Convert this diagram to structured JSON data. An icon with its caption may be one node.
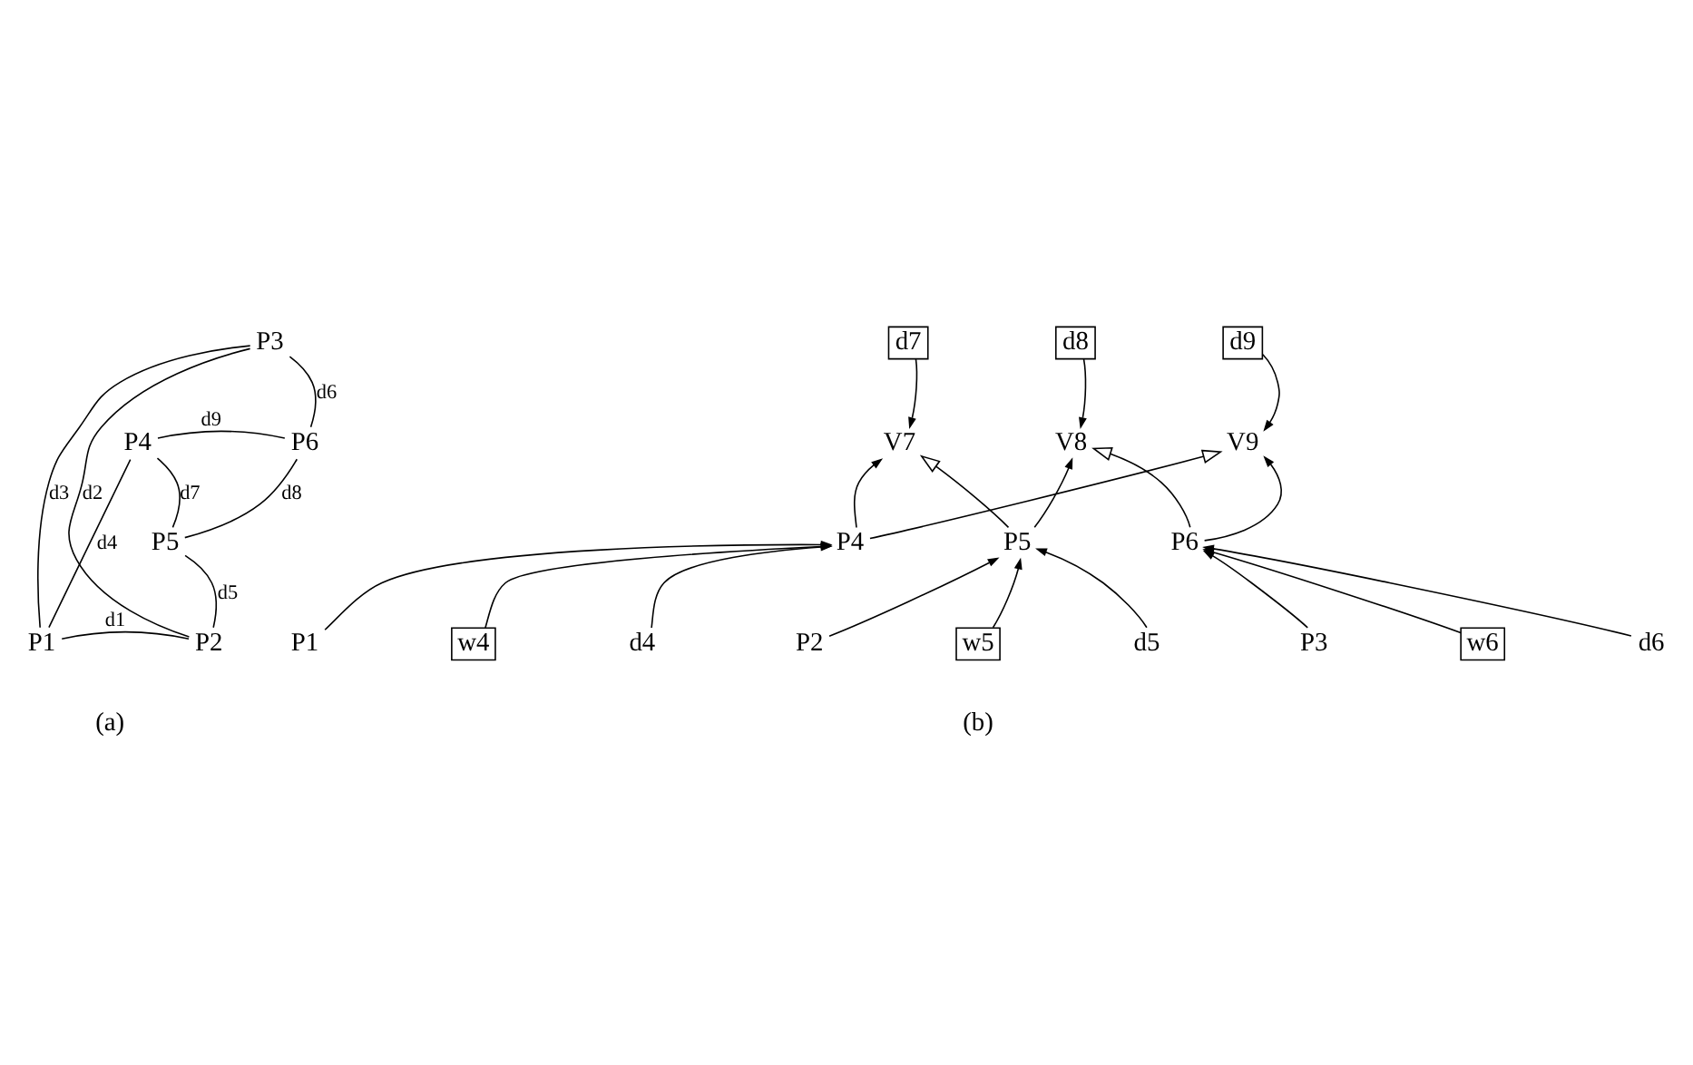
{
  "diagram": {
    "nodes": [
      {
        "text": [
          "P1"
        ]
      },
      {
        "text": [
          "P2"
        ]
      },
      {
        "text": [
          "P3"
        ]
      },
      {
        "text": [
          "P4"
        ]
      },
      {
        "text": [
          "P5"
        ]
      },
      {
        "text": [
          "P6"
        ]
      },
      {
        "text": [
          "d7"
        ]
      },
      {
        "text": [
          "d8"
        ]
      },
      {
        "text": [
          "d9"
        ]
      },
      {
        "text": [
          "V7"
        ]
      },
      {
        "text": [
          "V8"
        ]
      },
      {
        "text": [
          "V9"
        ]
      },
      {
        "text": [
          "P4"
        ]
      },
      {
        "text": [
          "P5"
        ]
      },
      {
        "text": [
          "P6"
        ]
      },
      {
        "text": [
          "P1"
        ]
      },
      {
        "text": [
          "w4"
        ]
      },
      {
        "text": [
          "d4"
        ]
      },
      {
        "text": [
          "P2"
        ]
      },
      {
        "text": [
          "w5"
        ]
      },
      {
        "text": [
          "d5"
        ]
      },
      {
        "text": [
          "P3"
        ]
      },
      {
        "text": [
          "w6"
        ]
      },
      {
        "text": [
          "d6"
        ]
      }
    ],
    "edges": [
      {
        "from": 0,
        "to": 1,
        "arrow": "none",
        "label": "d1"
      },
      {
        "from": 1,
        "to": 2,
        "arrow": "none",
        "label": "d2"
      },
      {
        "from": 0,
        "to": 2,
        "arrow": "none",
        "label": "d3"
      },
      {
        "from": 0,
        "to": 3,
        "arrow": "none",
        "label": "d4"
      },
      {
        "from": 4,
        "to": 1,
        "arrow": "none",
        "label": "d5"
      },
      {
        "from": 2,
        "to": 5,
        "arrow": "none",
        "label": "d6"
      },
      {
        "from": 3,
        "to": 4,
        "arrow": "none",
        "label": "d7"
      },
      {
        "from": 5,
        "to": 4,
        "arrow": "none",
        "label": "d8"
      },
      {
        "from": 3,
        "to": 5,
        "arrow": "none",
        "label": "d9"
      },
      {
        "from": 6,
        "to": 9,
        "arrow": "to"
      },
      {
        "from": 7,
        "to": 10,
        "arrow": "to"
      },
      {
        "from": 8,
        "to": 11,
        "arrow": "to"
      },
      {
        "from": 12,
        "to": 9,
        "arrow": "to"
      },
      {
        "from": 13,
        "to": 9,
        "arrow": "to"
      },
      {
        "from": 13,
        "to": 10,
        "arrow": "to"
      },
      {
        "from": 14,
        "to": 10,
        "arrow": "to"
      },
      {
        "from": 12,
        "to": 11,
        "arrow": "to"
      },
      {
        "from": 14,
        "to": 11,
        "arrow": "to"
      },
      {
        "from": 15,
        "to": 12,
        "arrow": "to"
      },
      {
        "from": 16,
        "to": 12,
        "arrow": "to"
      },
      {
        "from": 17,
        "to": 12,
        "arrow": "to"
      },
      {
        "from": 18,
        "to": 13,
        "arrow": "to"
      },
      {
        "from": 19,
        "to": 13,
        "arrow": "to"
      },
      {
        "from": 20,
        "to": 13,
        "arrow": "to"
      },
      {
        "from": 21,
        "to": 14,
        "arrow": "to"
      },
      {
        "from": 22,
        "to": 14,
        "arrow": "to"
      },
      {
        "from": 23,
        "to": 14,
        "arrow": "to"
      }
    ],
    "labels": [
      "(a)",
      "(b)"
    ]
  }
}
